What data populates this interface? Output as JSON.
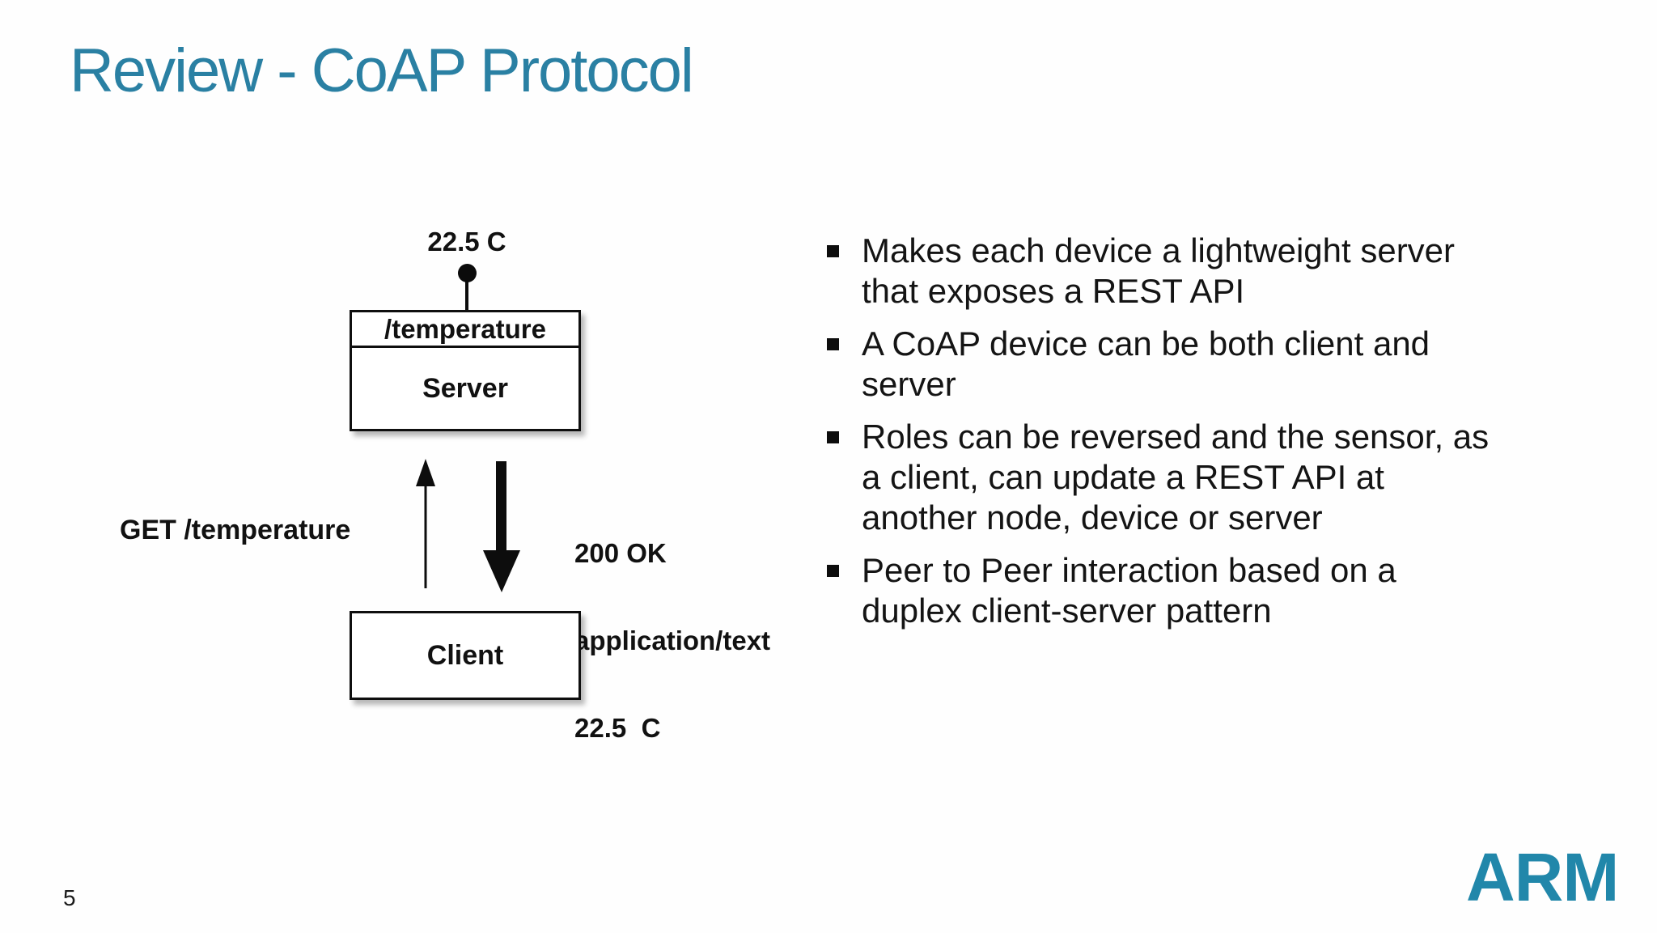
{
  "slide": {
    "title": "Review - CoAP Protocol",
    "page_number": "5",
    "logo_text": "ARM"
  },
  "colors": {
    "title_teal": "#2A80A3",
    "logo_teal": "#2187AA",
    "diagram_ink": "#111111",
    "body_text": "#141414"
  },
  "diagram": {
    "sensor_value": "22.5 C",
    "server_resource": "/temperature",
    "server_label": "Server",
    "client_label": "Client",
    "request_label": "GET /temperature",
    "response_lines": [
      "200 OK",
      "application/text",
      "22.5  C"
    ]
  },
  "bullets": [
    {
      "lines": [
        "Makes each device a lightweight server",
        "that exposes a REST API"
      ]
    },
    {
      "lines": [
        "A CoAP device can be both client and",
        "server"
      ]
    },
    {
      "lines": [
        "Roles can be reversed and the sensor, as",
        "a client, can update a REST API at",
        "another node, device or server"
      ]
    },
    {
      "lines": [
        "Peer to Peer interaction based on a",
        "duplex client-server pattern"
      ]
    }
  ]
}
